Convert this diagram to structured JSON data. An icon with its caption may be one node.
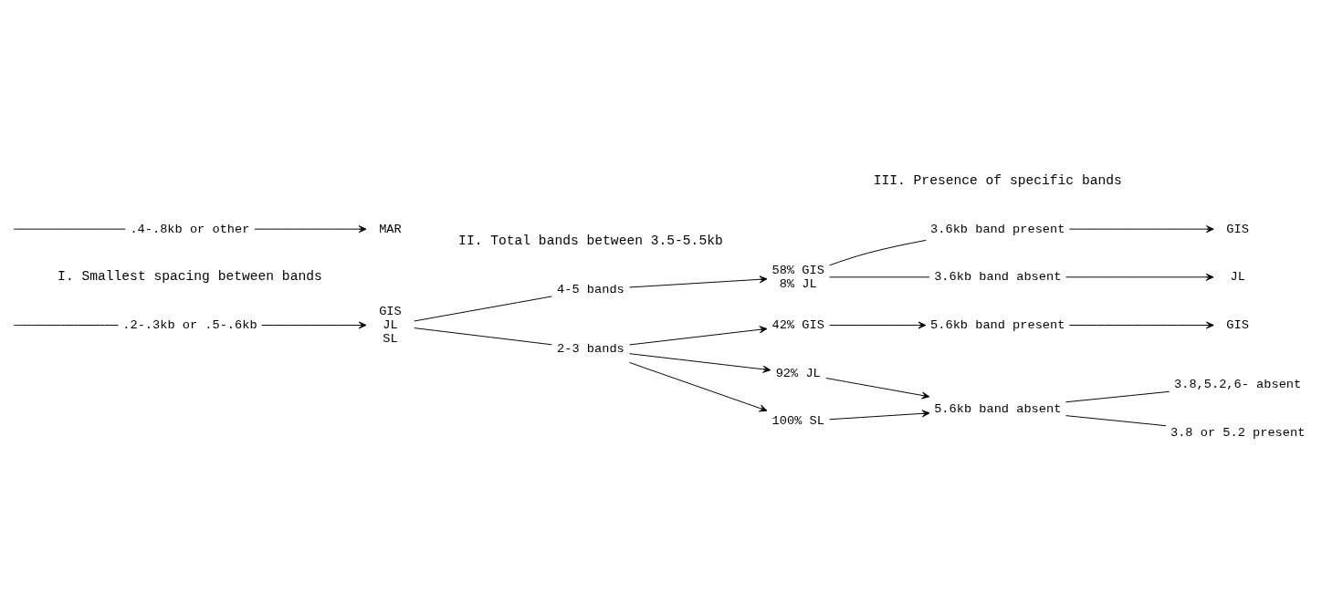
{
  "diagram": {
    "nodes": [
      {
        "text": [
          ".2-.3kb or .5-.6kb"
        ]
      },
      {
        "text": [
          ".4-.8kb or other"
        ]
      },
      {
        "text": [
          "GIS",
          "JL",
          "SL"
        ]
      },
      {
        "text": [
          "MAR"
        ]
      },
      {
        "text": [
          "4-5 bands"
        ]
      },
      {
        "text": [
          "2-3 bands"
        ]
      },
      {
        "text": [
          "58% GIS",
          "8% JL"
        ]
      },
      {
        "text": [
          "42% GIS"
        ]
      },
      {
        "text": [
          "92% JL"
        ]
      },
      {
        "text": [
          "100% SL"
        ]
      },
      {
        "text": [
          "3.6kb band present"
        ]
      },
      {
        "text": [
          "GIS"
        ]
      },
      {
        "text": [
          "3.6kb band absent"
        ]
      },
      {
        "text": [
          "JL"
        ]
      },
      {
        "text": [
          "5.6kb band present"
        ]
      },
      {
        "text": [
          "GIS"
        ]
      },
      {
        "text": [
          "5.6kb band absent"
        ]
      },
      {
        "text": [
          "3.8,5.2,6- absent"
        ]
      },
      {
        "text": [
          "3.8 or 5.2 present"
        ]
      }
    ],
    "edges": [
      {
        "from": null,
        "to": 0,
        "arrow": "none"
      },
      {
        "from": null,
        "to": 1,
        "arrow": "none"
      },
      {
        "from": 0,
        "to": 2,
        "arrow": "to"
      },
      {
        "from": 1,
        "to": 3,
        "arrow": "to"
      },
      {
        "from": 2,
        "to": 4,
        "arrow": "none"
      },
      {
        "from": 2,
        "to": 5,
        "arrow": "none"
      },
      {
        "from": 4,
        "to": 6,
        "arrow": "to"
      },
      {
        "from": 5,
        "to": 7,
        "arrow": "to"
      },
      {
        "from": 5,
        "to": 8,
        "arrow": "to"
      },
      {
        "from": 5,
        "to": 9,
        "arrow": "to"
      },
      {
        "from": 6,
        "to": 10,
        "arrow": "none"
      },
      {
        "from": 6,
        "to": 12,
        "arrow": "none"
      },
      {
        "from": 10,
        "to": 11,
        "arrow": "to"
      },
      {
        "from": 12,
        "to": 13,
        "arrow": "to"
      },
      {
        "from": 7,
        "to": 14,
        "arrow": "to"
      },
      {
        "from": 14,
        "to": 15,
        "arrow": "to"
      },
      {
        "from": 8,
        "to": 16,
        "arrow": "to"
      },
      {
        "from": 9,
        "to": 16,
        "arrow": "to"
      },
      {
        "from": 16,
        "to": 17,
        "arrow": "none"
      },
      {
        "from": 16,
        "to": 18,
        "arrow": "none"
      }
    ],
    "labels": [
      "I. Smallest spacing between bands",
      "II. Total bands between 3.5-5.5kb",
      "III. Presence of specific bands"
    ]
  }
}
